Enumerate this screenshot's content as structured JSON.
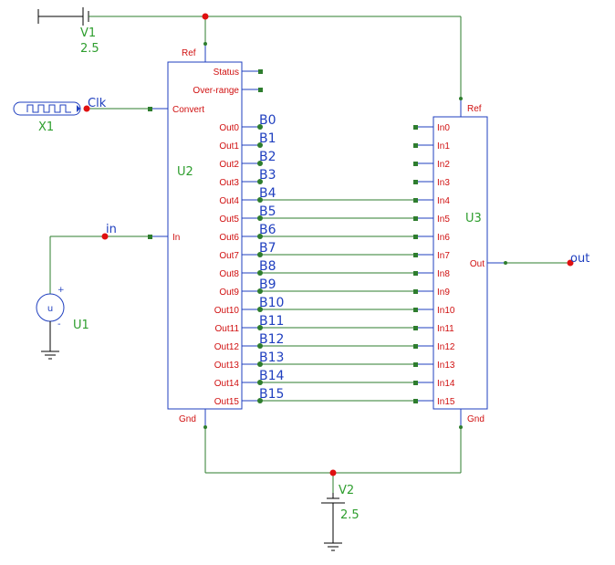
{
  "u2": {
    "name": "U2",
    "ref": "Ref",
    "gnd": "Gnd",
    "status": "Status",
    "overrange": "Over-range",
    "convert": "Convert",
    "in": "In",
    "outs": [
      "Out0",
      "Out1",
      "Out2",
      "Out3",
      "Out4",
      "Out5",
      "Out6",
      "Out7",
      "Out8",
      "Out9",
      "Out10",
      "Out11",
      "Out12",
      "Out13",
      "Out14",
      "Out15"
    ]
  },
  "u3": {
    "name": "U3",
    "ref": "Ref",
    "gnd": "Gnd",
    "out": "Out",
    "ins": [
      "In0",
      "In1",
      "In2",
      "In3",
      "In4",
      "In5",
      "In6",
      "In7",
      "In8",
      "In9",
      "In10",
      "In11",
      "In12",
      "In13",
      "In14",
      "In15"
    ]
  },
  "bus": [
    "B0",
    "B1",
    "B2",
    "B3",
    "B4",
    "B5",
    "B6",
    "B7",
    "B8",
    "B9",
    "B10",
    "B11",
    "B12",
    "B13",
    "B14",
    "B15"
  ],
  "v1": {
    "name": "V1",
    "value": "2.5"
  },
  "v2": {
    "name": "V2",
    "value": "2.5"
  },
  "x1": {
    "name": "X1"
  },
  "u1": {
    "name": "U1"
  },
  "nets": {
    "clk": "Clk",
    "in": "in",
    "out": "out"
  },
  "colors": {
    "wire": "#2e7d2e",
    "component": "#1f3fbf",
    "pin_label": "#d01010",
    "node": "#e01010",
    "comp_label": "#2e9e2e"
  }
}
